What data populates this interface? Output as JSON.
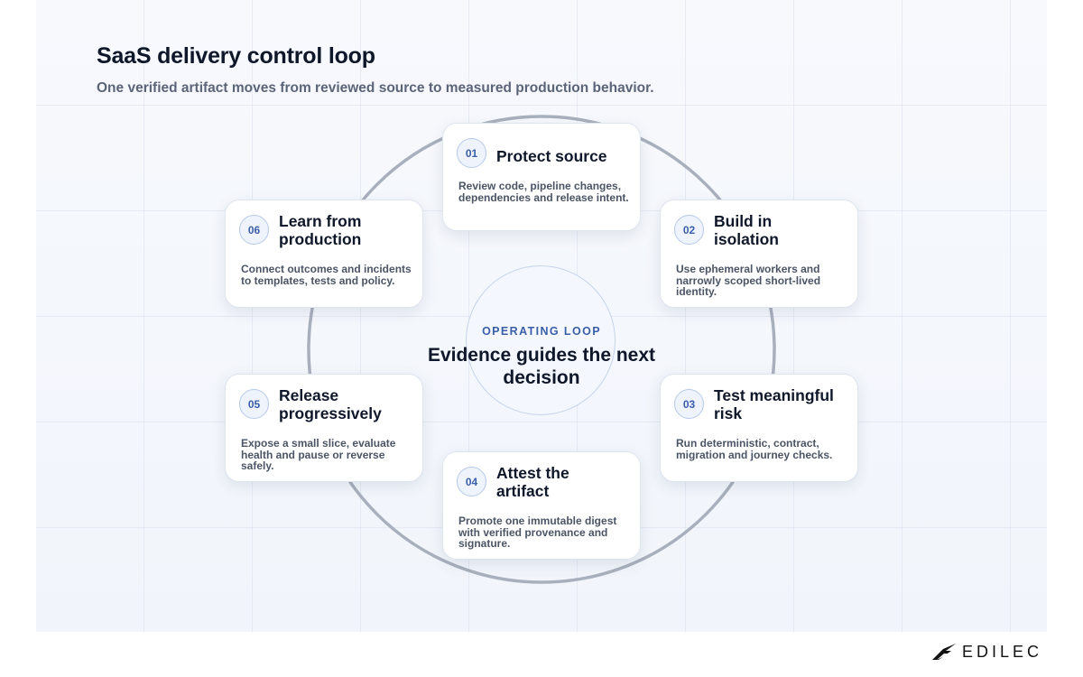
{
  "header": {
    "title": "SaaS delivery control loop",
    "subtitle": "One verified artifact moves from reviewed source to measured production behavior."
  },
  "hub": {
    "eyebrow": "OPERATING LOOP",
    "text": "Evidence guides the next decision"
  },
  "steps": [
    {
      "number": "01",
      "title": "Protect source",
      "description": "Review code, pipeline changes, dependencies and release intent."
    },
    {
      "number": "02",
      "title": "Build in isolation",
      "description": "Use ephemeral workers and narrowly scoped short-lived identity."
    },
    {
      "number": "03",
      "title": "Test meaningful risk",
      "description": "Run deterministic, contract, migration and journey checks."
    },
    {
      "number": "04",
      "title": "Attest the artifact",
      "description": "Promote one immutable digest with verified provenance and signature."
    },
    {
      "number": "05",
      "title": "Release progressively",
      "description": "Expose a small slice, evaluate health and pause or reverse safely."
    },
    {
      "number": "06",
      "title": "Learn from production",
      "description": "Connect outcomes and incidents to templates, tests and policy."
    }
  ],
  "brand": {
    "name": "EDILEC"
  },
  "colors": {
    "accent": "#3a5fa8",
    "loop_line": "#a9b0bd",
    "heading": "#0f172a",
    "body_text": "#4b5566"
  }
}
